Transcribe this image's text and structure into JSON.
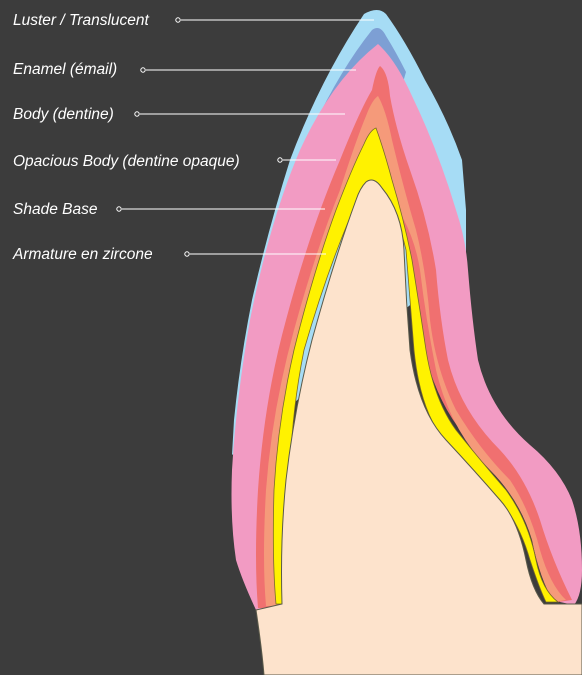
{
  "layers": [
    {
      "id": "luster",
      "label": "Luster / Translucent",
      "color": "#a6dcf5"
    },
    {
      "id": "enamel",
      "label": "Enamel (émail)",
      "color": "#7d9fd4"
    },
    {
      "id": "body",
      "label": "Body (dentine)",
      "color": "#f29bc3"
    },
    {
      "id": "opacious",
      "label": "Opacious Body (dentine opaque)",
      "color": "#f07070"
    },
    {
      "id": "shade-base",
      "label": "Shade Base",
      "color": "#f59a7a"
    },
    {
      "id": "armature",
      "label": "Armature en zircone",
      "color": "#fff200"
    }
  ],
  "core_color": "#fde3cc",
  "background_color": "#3c3c3c"
}
